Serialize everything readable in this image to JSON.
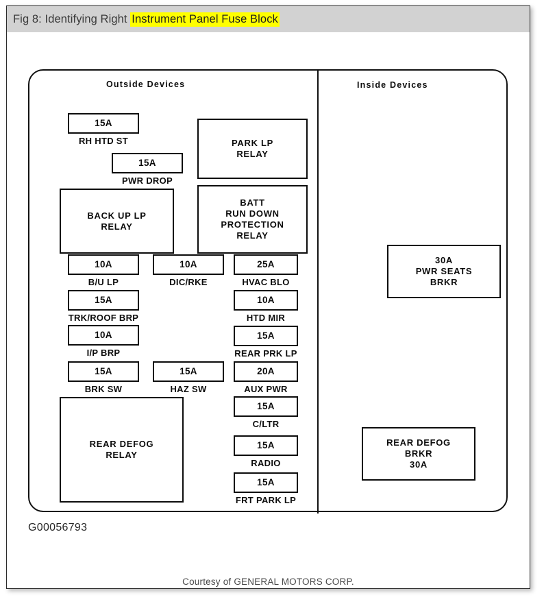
{
  "caption": {
    "prefix": "Fig 8: Identifying Right ",
    "highlight": "Instrument Panel Fuse Block"
  },
  "panel": {
    "sections": {
      "outside": "Outside  Devices",
      "inside": "Inside  Devices"
    }
  },
  "figure_id": "G00056793",
  "footer": "Courtesy of GENERAL MOTORS CORP.",
  "colors": {
    "caption_bg": "#d2d2d2",
    "highlight": "#ffff00",
    "ink": "#0c0c0c",
    "page_bg": "#ffffff"
  },
  "outside_devices": {
    "fuses": [
      {
        "id": "rh-htd-st",
        "rating": "15A",
        "label": "RH HTD ST"
      },
      {
        "id": "pwr-drop",
        "rating": "15A",
        "label": "PWR DROP"
      },
      {
        "id": "bu-lp",
        "rating": "10A",
        "label": "B/U LP"
      },
      {
        "id": "trk-roof-brp",
        "rating": "15A",
        "label": "TRK/ROOF BRP"
      },
      {
        "id": "ip-brp",
        "rating": "10A",
        "label": "I/P BRP"
      },
      {
        "id": "brk-sw",
        "rating": "15A",
        "label": "BRK SW"
      },
      {
        "id": "dic-rke",
        "rating": "10A",
        "label": "DIC/RKE"
      },
      {
        "id": "haz-sw",
        "rating": "15A",
        "label": "HAZ SW"
      },
      {
        "id": "hvac-blo",
        "rating": "25A",
        "label": "HVAC BLO"
      },
      {
        "id": "htd-mir",
        "rating": "10A",
        "label": "HTD MIR"
      },
      {
        "id": "rear-prk-lp",
        "rating": "15A",
        "label": "REAR PRK LP"
      },
      {
        "id": "aux-pwr",
        "rating": "20A",
        "label": "AUX PWR"
      },
      {
        "id": "c-ltr",
        "rating": "15A",
        "label": "C/LTR"
      },
      {
        "id": "radio",
        "rating": "15A",
        "label": "RADIO"
      },
      {
        "id": "frt-park-lp",
        "rating": "15A",
        "label": "FRT PARK LP"
      }
    ],
    "relays": [
      {
        "id": "park-lp-relay",
        "lines": [
          "PARK LP",
          "RELAY"
        ]
      },
      {
        "id": "back-up-lp-relay",
        "lines": [
          "BACK UP LP",
          "RELAY"
        ]
      },
      {
        "id": "batt-run-down-protection-relay",
        "lines": [
          "BATT",
          "RUN DOWN",
          "PROTECTION",
          "RELAY"
        ]
      },
      {
        "id": "rear-defog-relay",
        "lines": [
          "REAR DEFOG",
          "RELAY"
        ]
      }
    ]
  },
  "inside_devices": {
    "breakers": [
      {
        "id": "pwr-seats-brkr",
        "lines": [
          "30A",
          "PWR SEATS",
          "BRKR"
        ]
      },
      {
        "id": "rear-defog-brkr",
        "lines": [
          "REAR DEFOG",
          "BRKR",
          "30A"
        ]
      }
    ]
  }
}
